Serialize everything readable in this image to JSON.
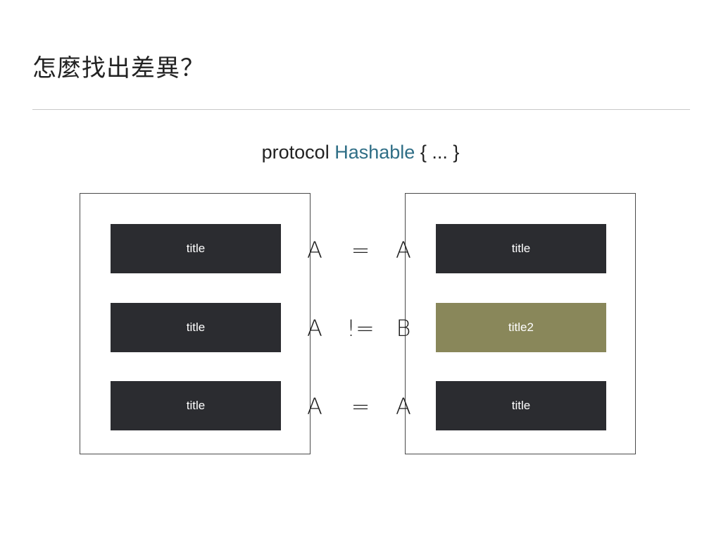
{
  "slide": {
    "title": "怎麼找出差異？"
  },
  "protocol": {
    "keyword": "protocol",
    "type_name": "Hashable",
    "body": "{ ... }"
  },
  "left_list": {
    "cells": [
      {
        "label": "title"
      },
      {
        "label": "title"
      },
      {
        "label": "title"
      }
    ]
  },
  "right_list": {
    "cells": [
      {
        "label": "title"
      },
      {
        "label": "title2"
      },
      {
        "label": "title"
      }
    ]
  },
  "comparisons": [
    {
      "lhs": "A",
      "op": "=",
      "rhs": "A"
    },
    {
      "lhs": "A",
      "op": "!=",
      "rhs": "B"
    },
    {
      "lhs": "A",
      "op": "=",
      "rhs": "A"
    }
  ],
  "colors": {
    "cell_default": "#2b2c30",
    "cell_changed": "#89875a",
    "type_name": "#2f6e86"
  }
}
